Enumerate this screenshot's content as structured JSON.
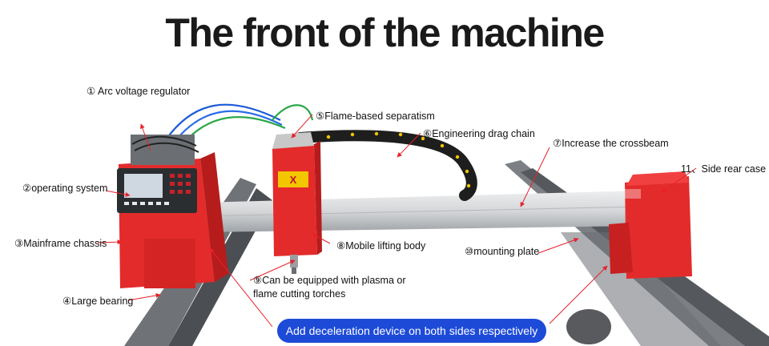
{
  "title": "The front of the machine",
  "labels": {
    "l1": "① Arc voltage regulator",
    "l2": "②operating system",
    "l3": "③Mainframe chassis",
    "l4": "④Large bearing",
    "l5": "⑤Flame-based separatism",
    "l6": "⑥Engineering drag chain",
    "l7": "⑦Increase the crossbeam",
    "l8": "⑧Mobile lifting body",
    "l9": "⑨Can be equipped with plasma or flame cutting torches",
    "l10": "⑩mounting plate",
    "l11": "11、Side rear case"
  },
  "banner": "Add deceleration device on both sides respectively",
  "plate_text": "X",
  "colors": {
    "machine_red": "#e32b2b",
    "arrow_red": "#e8202a",
    "banner_blue": "#1d4bd8",
    "beam_silver": "#d4d6d8",
    "drag_chain": "#1e1e1e",
    "warning_yellow": "#f2c600"
  }
}
